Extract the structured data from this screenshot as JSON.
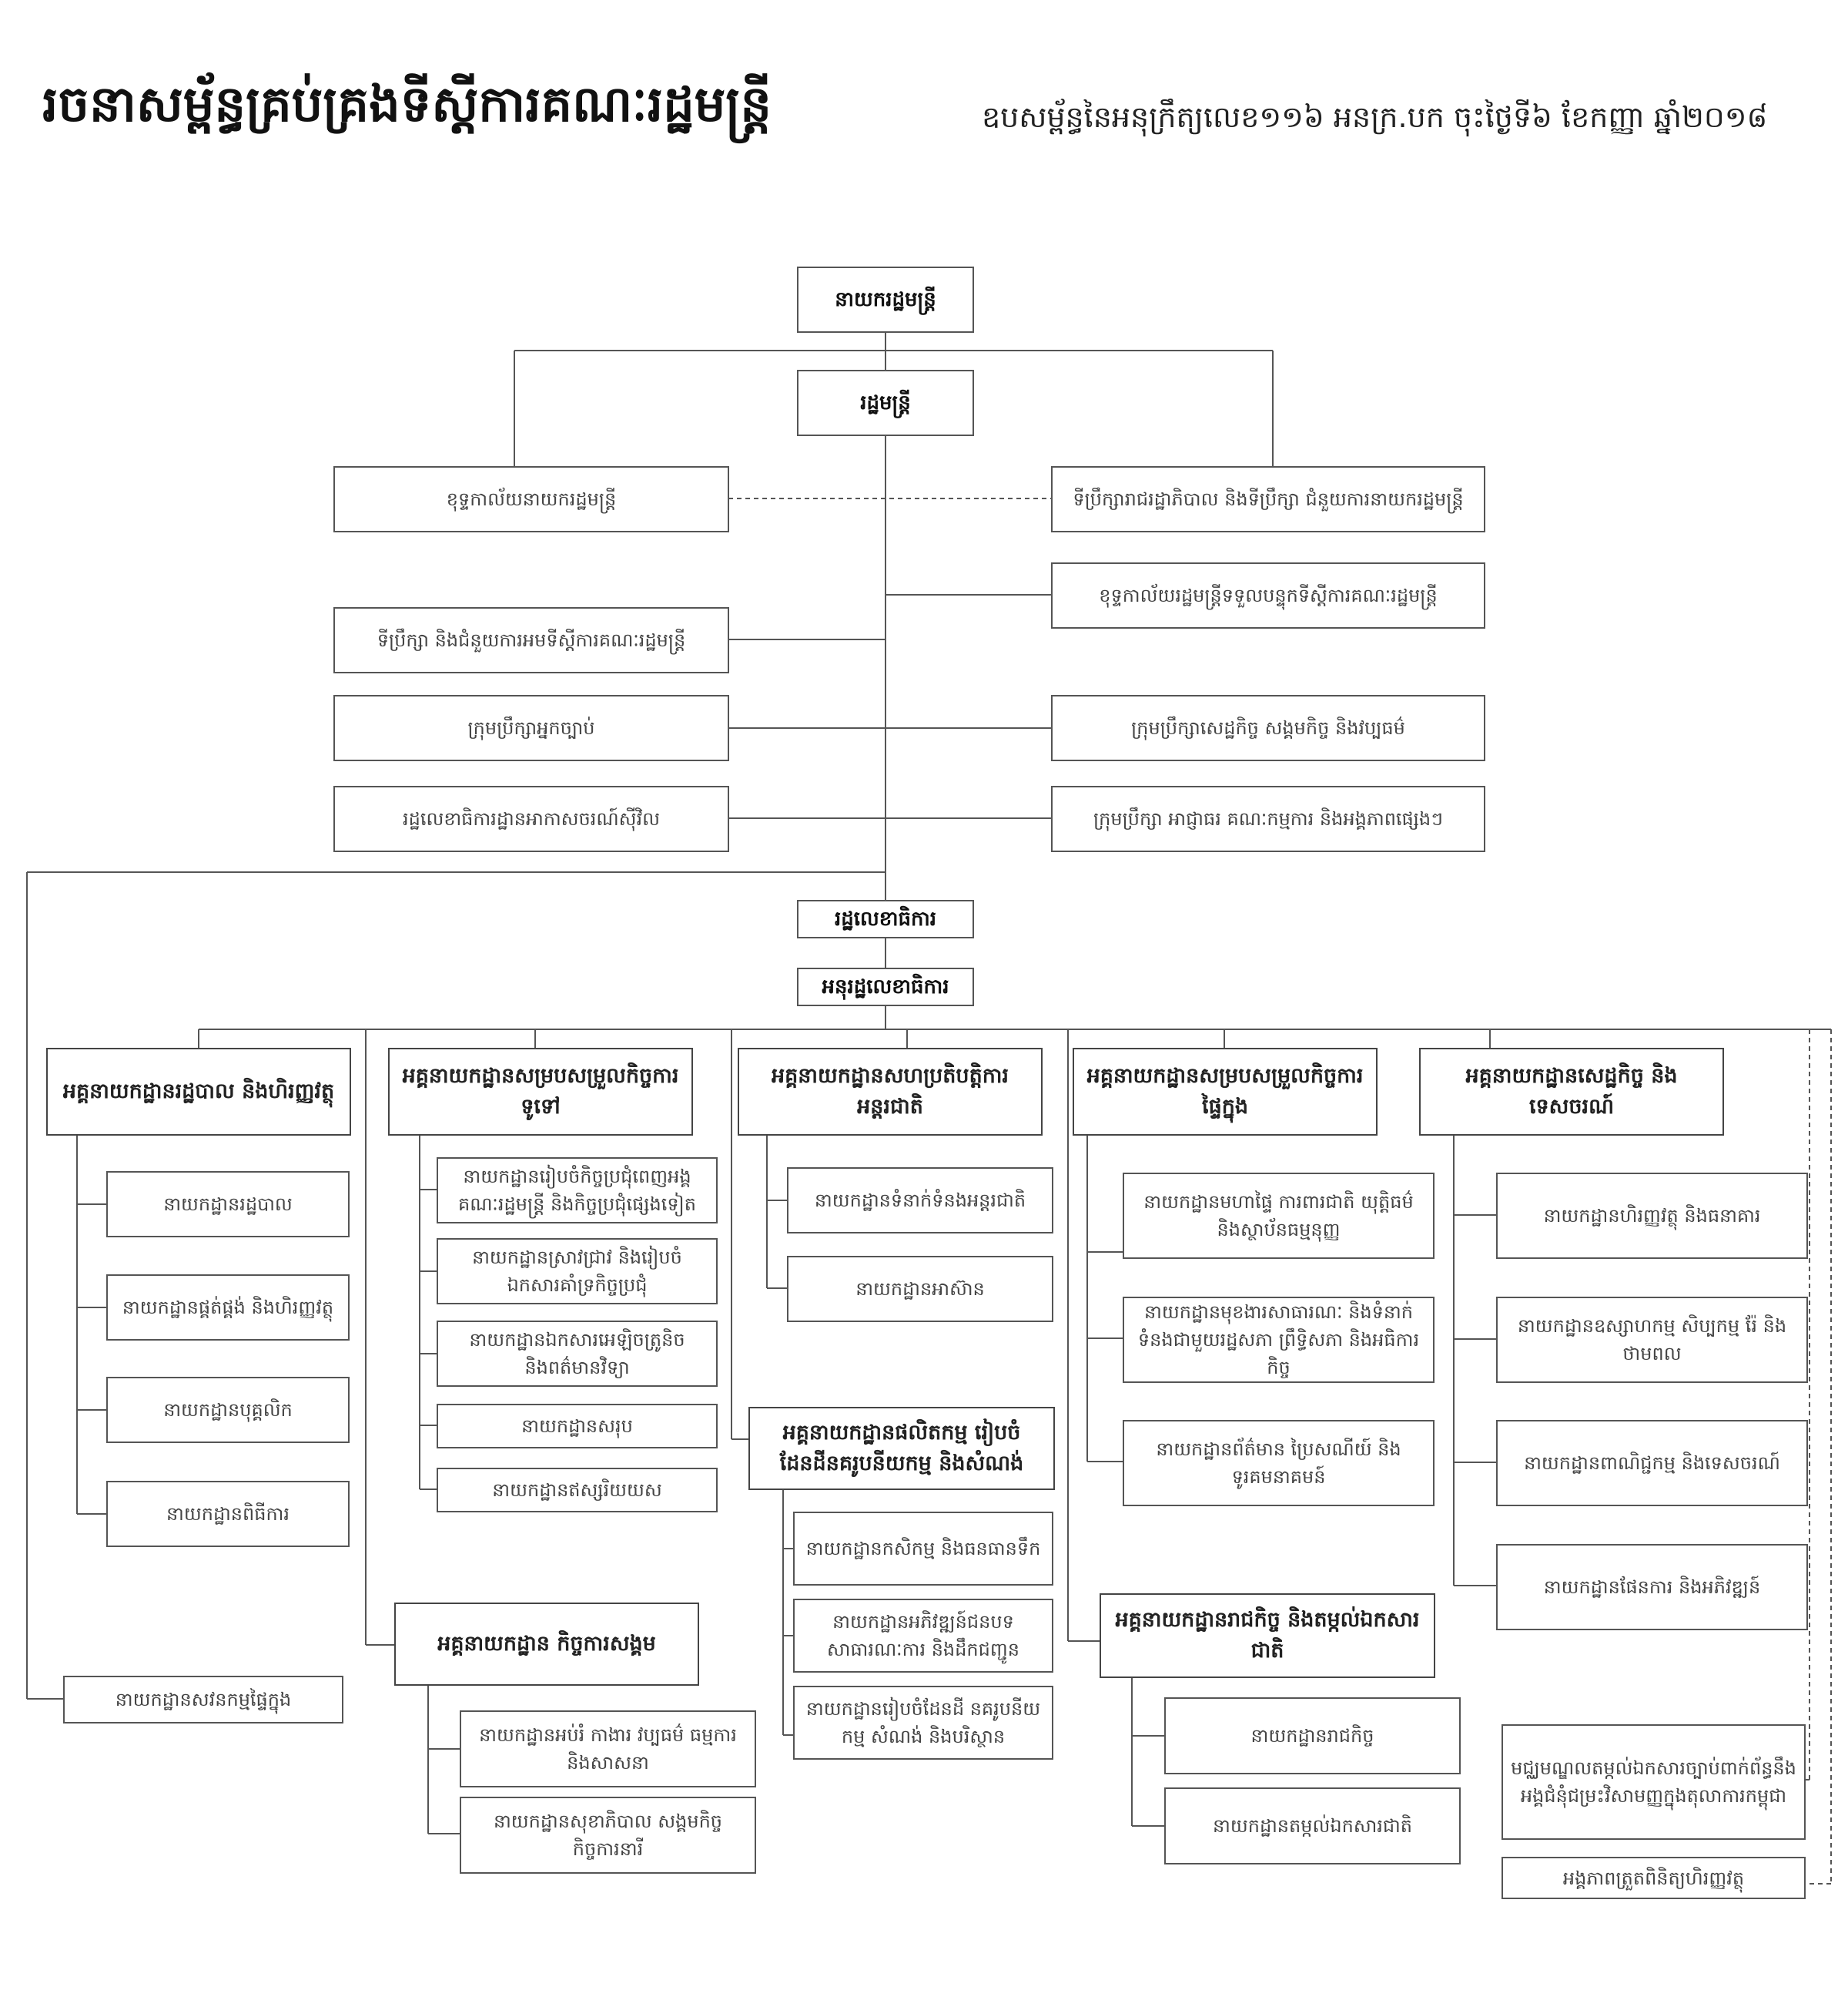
{
  "title": "រចនាសម្ព័ន្ធគ្រប់គ្រងទីស្តីការគណៈរដ្ឋមន្ត្រី",
  "subtitle": "ឧបសម្ព័ន្ធនៃអនុក្រឹត្យលេខ១១៦ អនក្រ.បក ចុះថ្ងៃទី៦ ខែកញ្ញា ឆ្នាំ២០១៨",
  "top": {
    "prime_minister": "នាយករដ្ឋមន្ត្រី",
    "minister": "រដ្ឋមន្ត្រី",
    "secretary_of_state": "រដ្ឋលេខាធិការ",
    "undersecretary": "អនុរដ្ឋលេខាធិការ"
  },
  "staff": {
    "pm_cabinet": "ខុទ្ទកាល័យនាយករដ្ឋមន្ត្រី",
    "pm_advisors": "ទីប្រឹក្សារាជរដ្ឋាភិបាល និងទីប្រឹក្សា ជំនួយការនាយករដ្ឋមន្ត្រី",
    "minister_cabinet": "ខុទ្ទកាល័យរដ្ឋមន្ត្រីទទួលបន្ទុកទីស្តីការគណៈរដ្ឋមន្ត្រី",
    "minister_advisors": "ទីប្រឹក្សា និងជំនួយការអមទីស្តីការគណៈរដ្ឋមន្ត្រី",
    "legal_council": "ក្រុមប្រឹក្សាអ្នកច្បាប់",
    "economic_council": "ក្រុមប្រឹក្សាសេដ្ឋកិច្ច សង្គមកិច្ច និងវប្បធម៌",
    "civil_aviation": "រដ្ឋលេខាធិការដ្ឋានអាកាសចរណ៍ស៊ីវិល",
    "other_councils": "ក្រុមប្រឹក្សា អាជ្ញាធរ គណៈកម្មការ និងអង្គភាពផ្សេងៗ"
  },
  "internal_audit": "នាយកដ្ឋានសវនកម្មផ្ទៃក្នុង",
  "general_departments": [
    {
      "name": "អគ្គនាយកដ្ឋានរដ្ឋបាល និងហិរញ្ញវត្ថុ",
      "departments": [
        "នាយកដ្ឋានរដ្ឋបាល",
        "នាយកដ្ឋានផ្គត់ផ្គង់ និងហិរញ្ញវត្ថុ",
        "នាយកដ្ឋានបុគ្គលិក",
        "នាយកដ្ឋានពិធីការ"
      ]
    },
    {
      "name": "អគ្គនាយកដ្ឋានសម្របសម្រួលកិច្ចការទូទៅ",
      "departments": [
        "នាយកដ្ឋានរៀបចំកិច្ចប្រជុំពេញអង្គគណៈរដ្ឋមន្ត្រី និងកិច្ចប្រជុំផ្សេងទៀត",
        "នាយកដ្ឋានស្រាវជ្រាវ និងរៀបចំឯកសារគាំទ្រកិច្ចប្រជុំ",
        "នាយកដ្ឋានឯកសារអេឡិចត្រូនិច និងពត៌មានវិទ្យា",
        "នាយកដ្ឋានសរុប",
        "នាយកដ្ឋានឥស្សរិយយស"
      ]
    },
    {
      "name": "អគ្គនាយកដ្ឋានសហប្រតិបត្តិការអន្តរជាតិ",
      "departments": [
        "នាយកដ្ឋានទំនាក់ទំនងអន្តរជាតិ",
        "នាយកដ្ឋានអាស៊ាន"
      ]
    },
    {
      "name": "អគ្គនាយកដ្ឋានសម្របសម្រួលកិច្ចការផ្ទៃក្នុង",
      "departments": [
        "នាយកដ្ឋានមហាផ្ទៃ ការពារជាតិ យុត្តិធម៌ និងស្ថាប័នធម្មនុញ្ញ",
        "នាយកដ្ឋានមុខងារសាធារណៈ និងទំនាក់ទំនងជាមួយរដ្ឋសភា ព្រឹទ្ធិសភា និងអធិការកិច្ច",
        "នាយកដ្ឋានព័ត៌មាន ប្រៃសណីយ៍ និងទូរគមនាគមន៍"
      ]
    },
    {
      "name": "អគ្គនាយកដ្ឋានសេដ្ឋកិច្ច និងទេសចរណ៍",
      "departments": [
        "នាយកដ្ឋានហិរញ្ញវត្ថុ និងធនាគារ",
        "នាយកដ្ឋានឧស្សាហកម្ម សិប្បកម្ម រ៉ែ និងថាមពល",
        "នាយកដ្ឋានពាណិជ្ជកម្ម និងទេសចរណ៍",
        "នាយកដ្ឋានផែនការ និងអភិវឌ្ឍន៍"
      ]
    },
    {
      "name": "អគ្គនាយកដ្ឋាន កិច្ចការសង្គម",
      "departments": [
        "នាយកដ្ឋានអប់រំ កាងារ វប្បធម៌ ធម្មការ និងសាសនា",
        "នាយកដ្ឋានសុខាភិបាល សង្គមកិច្ច កិច្ចការនារី"
      ]
    },
    {
      "name": "អគ្គនាយកដ្ឋានផលិតកម្ម រៀបចំដែនដីនគរូបនីយកម្ម និងសំណង់",
      "departments": [
        "នាយកដ្ឋានកសិកម្ម និងធនធានទឹក",
        "នាយកដ្ឋានអភិវឌ្ឍន៍ជនបទ សាធារណៈការ និងដឹកជញ្ជូន",
        "នាយកដ្ឋានរៀបចំដែនដី នគរូបនីយកម្ម សំណង់ និងបរិស្ថាន"
      ]
    },
    {
      "name": "អគ្គនាយកដ្ឋានរាជកិច្ច និងតម្កល់ឯកសារជាតិ",
      "departments": [
        "នាយកដ្ឋានរាជកិច្ច",
        "នាយកដ្ឋានតម្កល់ឯកសារជាតិ"
      ]
    }
  ],
  "special_units": {
    "documentation_center": "មជ្ឈមណ្ឌលតម្កល់ឯកសារច្បាប់ពាក់ព័ន្ធនឹងអង្គជំនុំជម្រះវិសាមញ្ញក្នុងតុលាការកម្ពុជា",
    "financial_inspection": "អង្គភាពត្រួតពិនិត្យហិរញ្ញវត្ថុ"
  }
}
